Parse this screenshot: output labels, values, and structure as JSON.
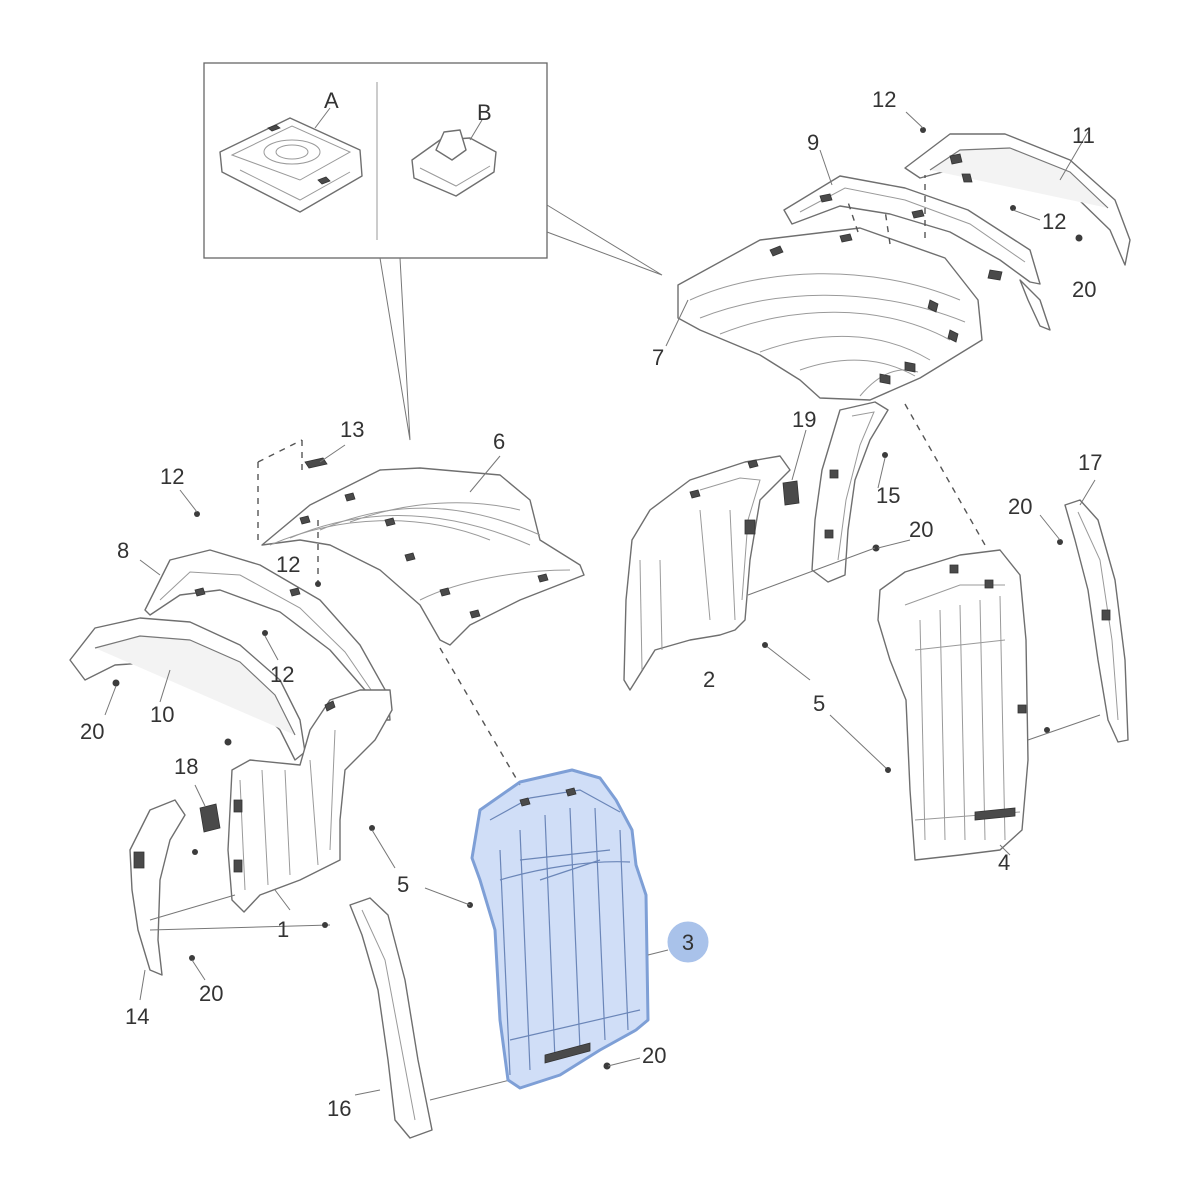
{
  "inset": {
    "clip_a_label": "A",
    "clip_b_label": "B"
  },
  "labels": {
    "n1": "1",
    "n2": "2",
    "n3": "3",
    "n4": "4",
    "n5_left": "5",
    "n5_right": "5",
    "n6": "6",
    "n7": "7",
    "n8": "8",
    "n9": "9",
    "n10": "10",
    "n11": "11",
    "n12_top": "12",
    "n12_right": "12",
    "n12_left": "12",
    "n12_mid": "12",
    "n12_low": "12",
    "n13": "13",
    "n14": "14",
    "n15": "15",
    "n16": "16",
    "n17": "17",
    "n18": "18",
    "n19": "19",
    "n20_right_top": "20",
    "n20_mid_right": "20",
    "n20_far_right": "20",
    "n20_left": "20",
    "n20_lower_left": "20",
    "n20_bottom": "20"
  },
  "highlighted_part": {
    "callout": "3",
    "color": "#a9c2ea"
  }
}
